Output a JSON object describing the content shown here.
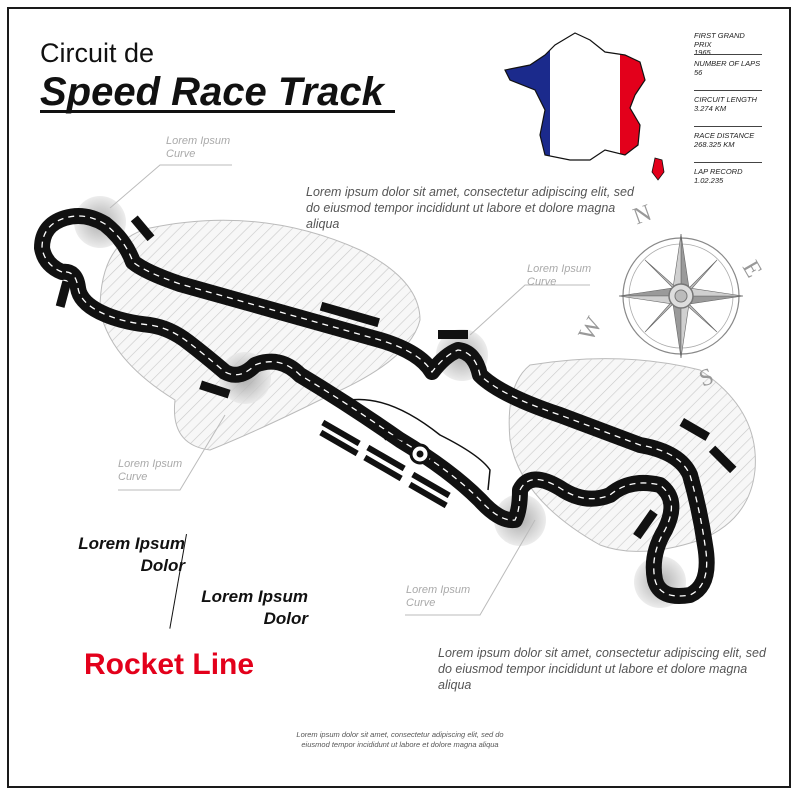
{
  "title": {
    "line1": "Circuit de",
    "line2": "Speed Race Track"
  },
  "info": [
    {
      "label": "FIRST GRAND PRIX",
      "value": "1965"
    },
    {
      "label": "NUMBER OF LAPS",
      "value": "56"
    },
    {
      "label": "CIRCUIT LENGTH",
      "value": "3.274 KM"
    },
    {
      "label": "RACE DISTANCE",
      "value": "268.325 KM"
    },
    {
      "label": "LAP RECORD",
      "value": "1.02.235"
    }
  ],
  "compass": {
    "n": "N",
    "e": "E",
    "s": "S",
    "w": "W"
  },
  "paragraphs": {
    "top": "Lorem ipsum dolor sit amet, consectetur adipiscing elit, sed do eiusmod tempor incididunt ut labore et dolore magna aliqua",
    "bottom": "Lorem ipsum dolor sit amet, consectetur adipiscing elit, sed do eiusmod tempor incididunt ut labore et dolore magna aliqua",
    "footer": "Lorem ipsum dolor sit amet, consectetur adipiscing elit, sed do eiusmod tempor incididunt ut labore et dolore magna aliqua"
  },
  "curve_labels": [
    {
      "line1": "Lorem Ipsum",
      "line2": "Curve"
    },
    {
      "line1": "Lorem Ipsum",
      "line2": "Curve"
    },
    {
      "line1": "Lorem Ipsum",
      "line2": "Curve"
    },
    {
      "line1": "Lorem Ipsum",
      "line2": "Curve"
    }
  ],
  "legend": {
    "a1": "Lorem Ipsum",
    "a2": "Dolor",
    "b1": "Lorem Ipsum",
    "b2": "Dolor"
  },
  "rocket_line": "Rocket Line",
  "colors": {
    "flag_blue": "#1b2a8c",
    "flag_white": "#ffffff",
    "flag_red": "#e3001b",
    "track": "#111111",
    "rocket": "#e3001b"
  }
}
